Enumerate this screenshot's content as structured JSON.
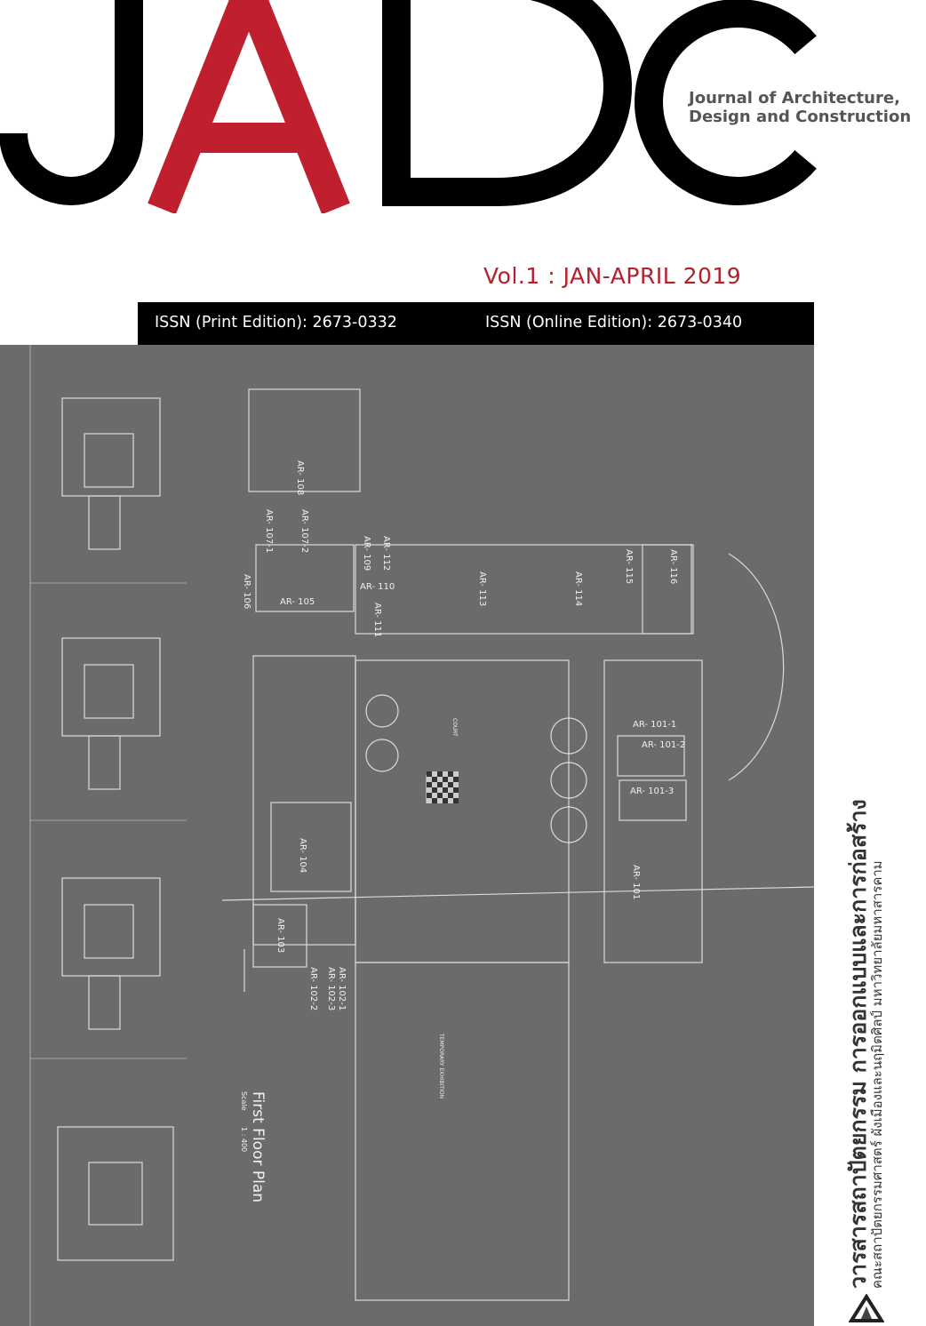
{
  "masthead": {
    "logo": "JADC",
    "subtitle_line1": "Journal of Architecture,",
    "subtitle_line2": "Design and Construction"
  },
  "issue": {
    "volume": "Vol.1 : JAN-APRIL 2019"
  },
  "issn": {
    "print": "ISSN (Print Edition): 2673-0332",
    "online": "ISSN (Online Edition): 2673-0340"
  },
  "colors": {
    "accent": "#b5202e",
    "panel": "#6b6b6d",
    "bar": "#000000"
  },
  "plan": {
    "title": "First Floor Plan",
    "scale_label": "Scale",
    "scale": "1 : 400",
    "court": "COURT",
    "exhibition": "TEMPORARY EXHIBITION",
    "rooms": [
      "AR- 108",
      "AR- 107-1",
      "AR- 107-2",
      "AR- 109",
      "AR- 112",
      "AR- 110",
      "AR- 111",
      "AR- 105",
      "AR- 106",
      "AR- 113",
      "AR- 114",
      "AR- 115",
      "AR- 116",
      "AR- 101-1",
      "AR- 101-2",
      "AR- 101-3",
      "AR- 101",
      "AR- 104",
      "AR- 103",
      "AR- 102-1",
      "AR- 102-2",
      "AR- 102-3"
    ]
  },
  "publisher": {
    "thai_title": "วารสารสถาปัตยกรรม การออกแบบและการก่อสร้าง",
    "thai_faculty": "คณะสถาปัตยกรรมศาสตร์ ผังเมืองและนฤมิตศิลป์ มหาวิทยาลัยมหาสารคาม"
  }
}
